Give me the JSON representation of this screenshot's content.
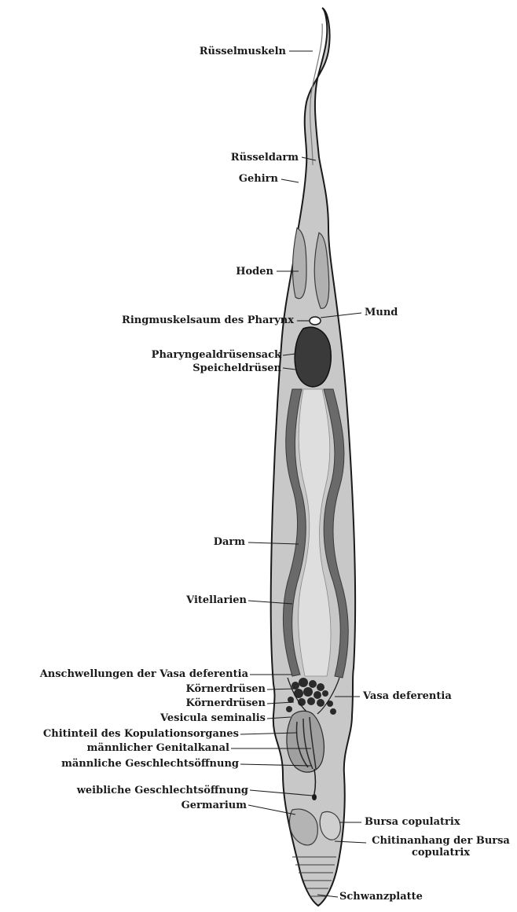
{
  "labels_left": {
    "ruesselmuskeln": "Rüsselmuskeln",
    "ruesseldarm": "Rüsseldarm",
    "gehirn": "Gehirn",
    "hoden": "Hoden",
    "ringmuskelsaum": "Ringmuskelsaum des Pharynx",
    "pharyngealdruesensack": "Pharyngealdrüsensack",
    "speicheldruesen": "Speicheldrüsen",
    "darm": "Darm",
    "vitellarien": "Vitellarien",
    "anschwellungen": "Anschwellungen der Vasa deferentia",
    "koernerdruesen_1": "Körnerdrüsen",
    "koernerdruesen_2": "Körnerdrüsen",
    "vesicula": "Vesicula seminalis",
    "chitinteil": "Chitinteil des Kopulationsorganes",
    "genitalkanal": "männlicher Genitalkanal",
    "maennl_oeffnung": "männliche Geschlechtsöffnung",
    "weibl_oeffnung": "weibliche Geschlechtsöffnung",
    "germarium": "Germarium"
  },
  "labels_right": {
    "mund": "Mund",
    "vasa_deferentia": "Vasa deferentia",
    "bursa": "Bursa copulatrix",
    "chitinanhang_1": "Chitinanhang der Bursa",
    "chitinanhang_2": "copulatrix",
    "schwanzplatte": "Schwanzplatte"
  },
  "colors": {
    "ink": "#1a1a1a",
    "body_fill": "#c4c4c4",
    "vitellarium": "#6a6a6a",
    "pharynx": "#3a3a3a",
    "intestine": "#d8d8d8"
  }
}
